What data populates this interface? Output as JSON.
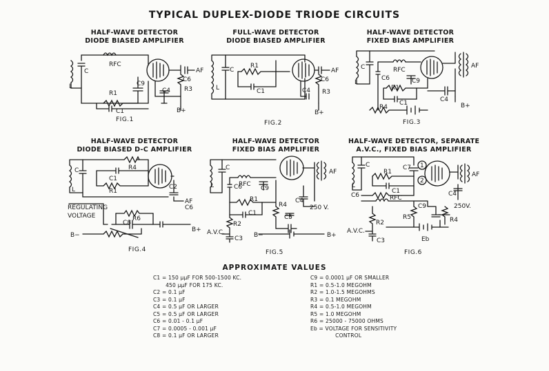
{
  "title": "TYPICAL DUPLEX-DIODE TRIODE CIRCUITS",
  "figures": [
    {
      "title": "HALF-WAVE DETECTOR",
      "subtitle": "DIODE BIASED AMPLIFIER",
      "label": "FIG.1",
      "parts": {
        "l": "L",
        "c": "C",
        "rfc": "RFC",
        "r1": "R1",
        "c1": "C1",
        "c9": "C9",
        "c6": "C6",
        "c4": "C4",
        "r3": "R3",
        "af": "AF",
        "bplus": "B+"
      }
    },
    {
      "title": "FULL-WAVE DETECTOR",
      "subtitle": "DIODE BIASED AMPLIFIER",
      "label": "FIG.2",
      "parts": {
        "l": "L",
        "c": "C",
        "r1": "R1",
        "c1": "C1",
        "c6": "C6",
        "c4": "C4",
        "r3": "R3",
        "af": "AF",
        "bplus": "B+"
      }
    },
    {
      "title": "HALF-WAVE DETECTOR",
      "subtitle": "FIXED BIAS AMPLIFIER",
      "label": "FIG.3",
      "parts": {
        "l": "L",
        "c": "C",
        "rfc": "RFC",
        "c6": "C6",
        "c9": "C9",
        "r1": "R1",
        "c1": "C1",
        "r4": "R4",
        "c4": "C4",
        "af": "AF",
        "bplus": "B+"
      }
    },
    {
      "title": "HALF-WAVE DETECTOR",
      "subtitle": "DIODE BIASED D-C AMPLIFIER",
      "label": "FIG.4",
      "parts": {
        "l": "L",
        "c": "C",
        "r4": "R4",
        "c1": "C1",
        "r1": "R1",
        "c2": "C2",
        "r6": "R6",
        "c8": "C8",
        "c6": "C6",
        "af": "AF",
        "bplus": "B+",
        "bminus": "B−",
        "reg1": "REGULATING",
        "reg2": "VOLTAGE"
      }
    },
    {
      "title": "HALF-WAVE DETECTOR",
      "subtitle": "FIXED BIAS AMPLIFIER",
      "label": "FIG.5",
      "parts": {
        "l": "L",
        "c": "C",
        "rfc": "RFC",
        "c6": "C6",
        "c9": "C9",
        "r1": "R1",
        "c1": "C1",
        "r4": "R4",
        "c5": "C5",
        "c4": "C4",
        "r2": "R2",
        "c3": "C3",
        "avc": "A.V.C.",
        "v250": "250 V.",
        "af": "AF",
        "bplus": "B+",
        "bminus": "B−"
      }
    },
    {
      "title": "HALF-WAVE DETECTOR, SEPARATE",
      "subtitle": "A.V.C., FIXED BIAS AMPLIFIER",
      "label": "FIG.6",
      "parts": {
        "l": "L",
        "c": "C",
        "r1": "R1",
        "c1": "C1",
        "c7": "C7",
        "c6": "C6",
        "rfc": "RFC",
        "c9": "C9",
        "r5": "R5",
        "r4": "R4",
        "c4": "C4",
        "r2": "R2",
        "c3": "C3",
        "eb": "Eb",
        "avc": "A.V.C.",
        "v250": "250V.",
        "af": "AF",
        "d1": "1",
        "d2": "2"
      }
    }
  ],
  "values_title": "APPROXIMATE VALUES",
  "values_left": [
    "C1 = 150 μμF FOR 500-1500 KC.",
    "       450 μμF FOR 175 KC.",
    "C2 = 0.1 μF",
    "C3 = 0.1 μF",
    "C4 = 0.5 μF OR LARGER",
    "C5 = 0.5 μF OR LARGER",
    "C6 = 0.01 - 0.1 μF",
    "C7 = 0.0005 - 0.001 μF",
    "C8 = 0.1 μF OR LARGER"
  ],
  "values_right": [
    "C9 = 0.0001 μF OR SMALLER",
    "R1 = 0.5-1.0 MEGOHM",
    "R2 = 1.0-1.5 MEGOHMS",
    "R3 = 0.1 MEGOHM",
    "R4 = 0.5-1.0 MEGOHM",
    "R5 = 1.0 MEGOHM",
    "R6 = 25000 - 75000 OHMS",
    "Eb = VOLTAGE FOR SENSITIVITY",
    "              CONTROL"
  ]
}
